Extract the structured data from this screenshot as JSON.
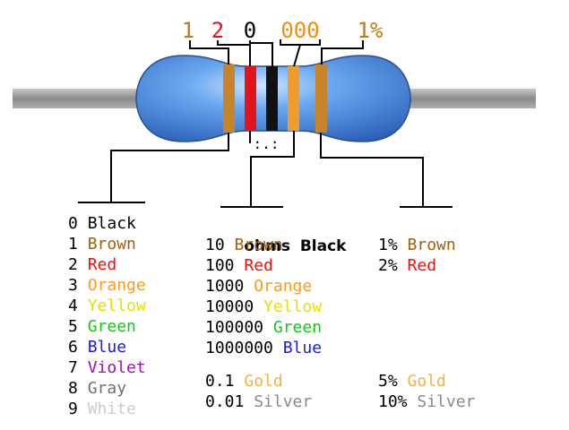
{
  "top_digits": [
    {
      "text": "1",
      "color": "#c47a12"
    },
    {
      "text": "2",
      "color": "#e2141b"
    },
    {
      "text": "0",
      "color": "#000000"
    },
    {
      "text": "000",
      "color": "#ee8f11"
    },
    {
      "text": "1%",
      "color": "#c47a12"
    }
  ],
  "dots_label": ":.:",
  "digits_table": [
    {
      "num": "0",
      "name": "Black",
      "color": "#000000"
    },
    {
      "num": "1",
      "name": "Brown",
      "color": "#a06010"
    },
    {
      "num": "2",
      "name": "Red",
      "color": "#ee1111"
    },
    {
      "num": "3",
      "name": "Orange",
      "color": "#ff9b16"
    },
    {
      "num": "4",
      "name": "Yellow",
      "color": "#e6e000"
    },
    {
      "num": "5",
      "name": "Green",
      "color": "#15c815"
    },
    {
      "num": "6",
      "name": "Blue",
      "color": "#1a1ae6"
    },
    {
      "num": "7",
      "name": "Violet",
      "color": "#a010b0"
    },
    {
      "num": "8",
      "name": "Gray",
      "color": "#707070"
    },
    {
      "num": "9",
      "name": "White",
      "color": "#cccccc"
    }
  ],
  "multiplier_header": {
    "ohms": "ohms",
    "name": "Black"
  },
  "multiplier_table": [
    {
      "num": "10",
      "name": "Brown",
      "color": "#a06010"
    },
    {
      "num": "100",
      "name": "Red",
      "color": "#ee1111"
    },
    {
      "num": "1000",
      "name": "Orange",
      "color": "#ff9b16"
    },
    {
      "num": "10000",
      "name": "Yellow",
      "color": "#e6e000"
    },
    {
      "num": "100000",
      "name": "Green",
      "color": "#15c815"
    },
    {
      "num": "1000000",
      "name": "Blue",
      "color": "#1a1ae6"
    }
  ],
  "multiplier_fraction": [
    {
      "num": "0.1",
      "name": "Gold",
      "color": "#f2b347"
    },
    {
      "num": "0.01",
      "name": "Silver",
      "color": "#8a8a8a"
    }
  ],
  "tolerance_table": [
    {
      "num": "1%",
      "name": "Brown",
      "color": "#a06010"
    },
    {
      "num": "2%",
      "name": "Red",
      "color": "#ee1111"
    }
  ],
  "tolerance_fraction": [
    {
      "num": "5%",
      "name": "Gold",
      "color": "#f2b347"
    },
    {
      "num": "10%",
      "name": "Silver",
      "color": "#8a8a8a"
    }
  ],
  "resistor_colors": {
    "body": "#3d8ee8",
    "lead": "#9a9a9a",
    "band1": "#c8842a",
    "band2": "#e2141b",
    "band3": "#111111",
    "band4": "#f09c2a",
    "band5": "#c8842a"
  }
}
